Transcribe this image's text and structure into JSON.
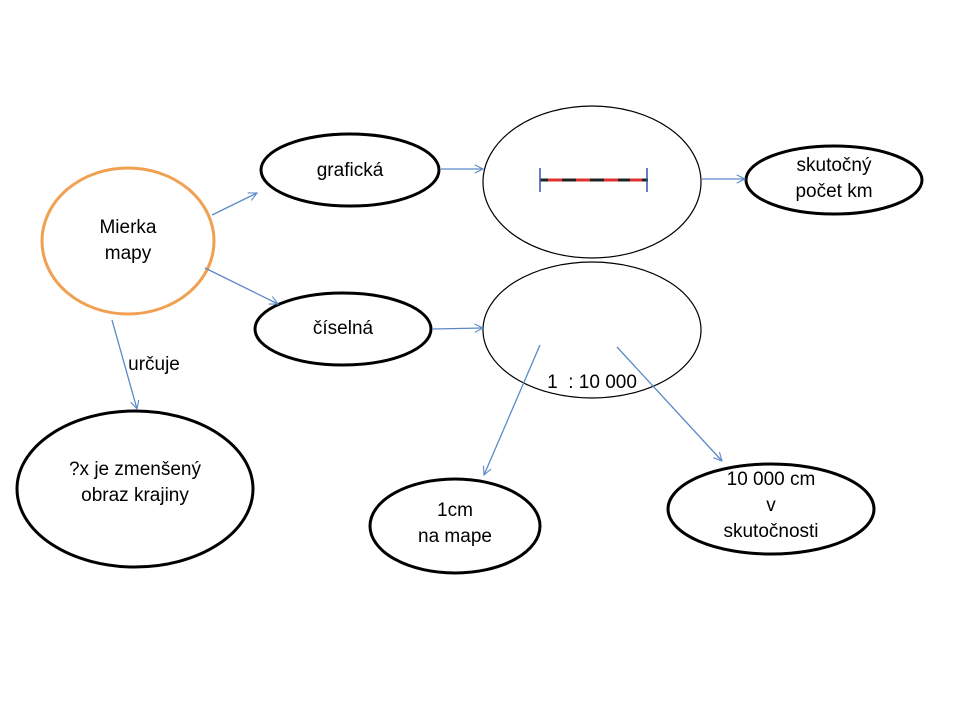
{
  "colors": {
    "connector": "#5b8ac6",
    "main_node_border": "#f0a050",
    "node_border": "#000000",
    "scale_bar_red": "#e03030",
    "scale_bar_dark": "#222222",
    "scale_bar_ticks": "#3355aa"
  },
  "nodes": {
    "mierka": {
      "line1": "Mierka",
      "line2": "mapy"
    },
    "graficka": {
      "text": "grafická"
    },
    "ciselna": {
      "text": "číselná"
    },
    "scale_ratio": {
      "text": "1  : 10 000"
    },
    "skutocny": {
      "line1": "skutočný",
      "line2": "počet km"
    },
    "obraz": {
      "line1": "?x je zmenšený",
      "line2": "obraz krajiny"
    },
    "one_cm": {
      "line1": "1cm",
      "line2": "na mape"
    },
    "ten_thousand": {
      "line1": "10 000 cm",
      "line2": "v",
      "line3": "skutočnosti"
    }
  },
  "edge_labels": {
    "urcuje": "určuje"
  }
}
